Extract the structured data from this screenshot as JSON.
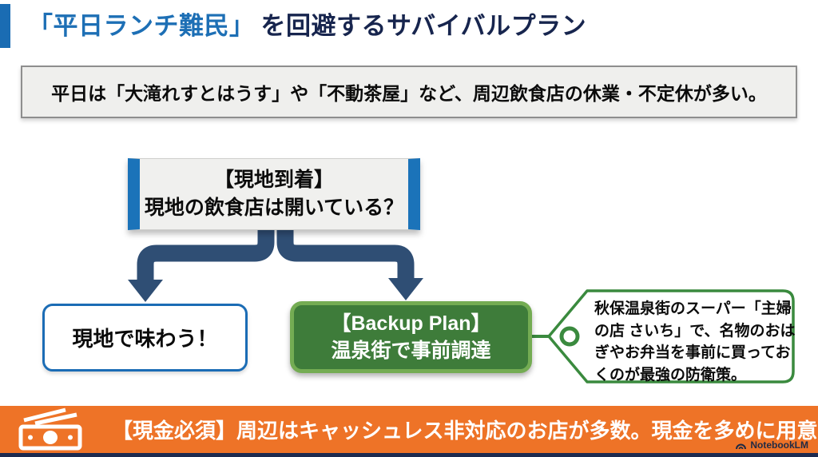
{
  "title": {
    "highlight": "「平日ランチ難民」",
    "rest": "を回避するサバイバルプラン"
  },
  "problem_banner": {
    "text": "平日は「大滝れすとはうす」や「不動茶屋」など、周辺飲食店の休業・不定休が多い。"
  },
  "flow": {
    "decision": {
      "lines": [
        "【現地到着】",
        "現地の飲食店は開いている？"
      ]
    },
    "option_left": {
      "label": "現地で味わう！"
    },
    "option_right": {
      "lines": [
        "【Backup Plan】",
        "温泉街で事前調達"
      ]
    },
    "callout": {
      "lines": [
        "秋保温泉街のスーパー「主婦",
        "の店 さいち」で、名物のおは",
        "ぎやお弁当を事前に買ってお",
        "くのが最強の防衛策。"
      ]
    }
  },
  "footer": {
    "text": "【現金必須】周辺はキャッシュレス非対応のお店が多数。現金を多めに用意すること。",
    "icon": "cash-icon",
    "brand": "NotebookLM"
  },
  "colors": {
    "accent_blue": "#1A6CB3",
    "title_highlight_blue": "#1D6FB5",
    "title_navy": "#17254E",
    "banner_gray": "#EFEFED",
    "decision_bar_blue": "#1B73B9",
    "arrow_navy": "#2F4E74",
    "green_fill": "#3E7C3A",
    "green_border": "#74AC53",
    "callout_green": "#3A8A3E",
    "footer_orange": "#EE7327",
    "bottom_strip_navy": "#1C2A4F"
  }
}
